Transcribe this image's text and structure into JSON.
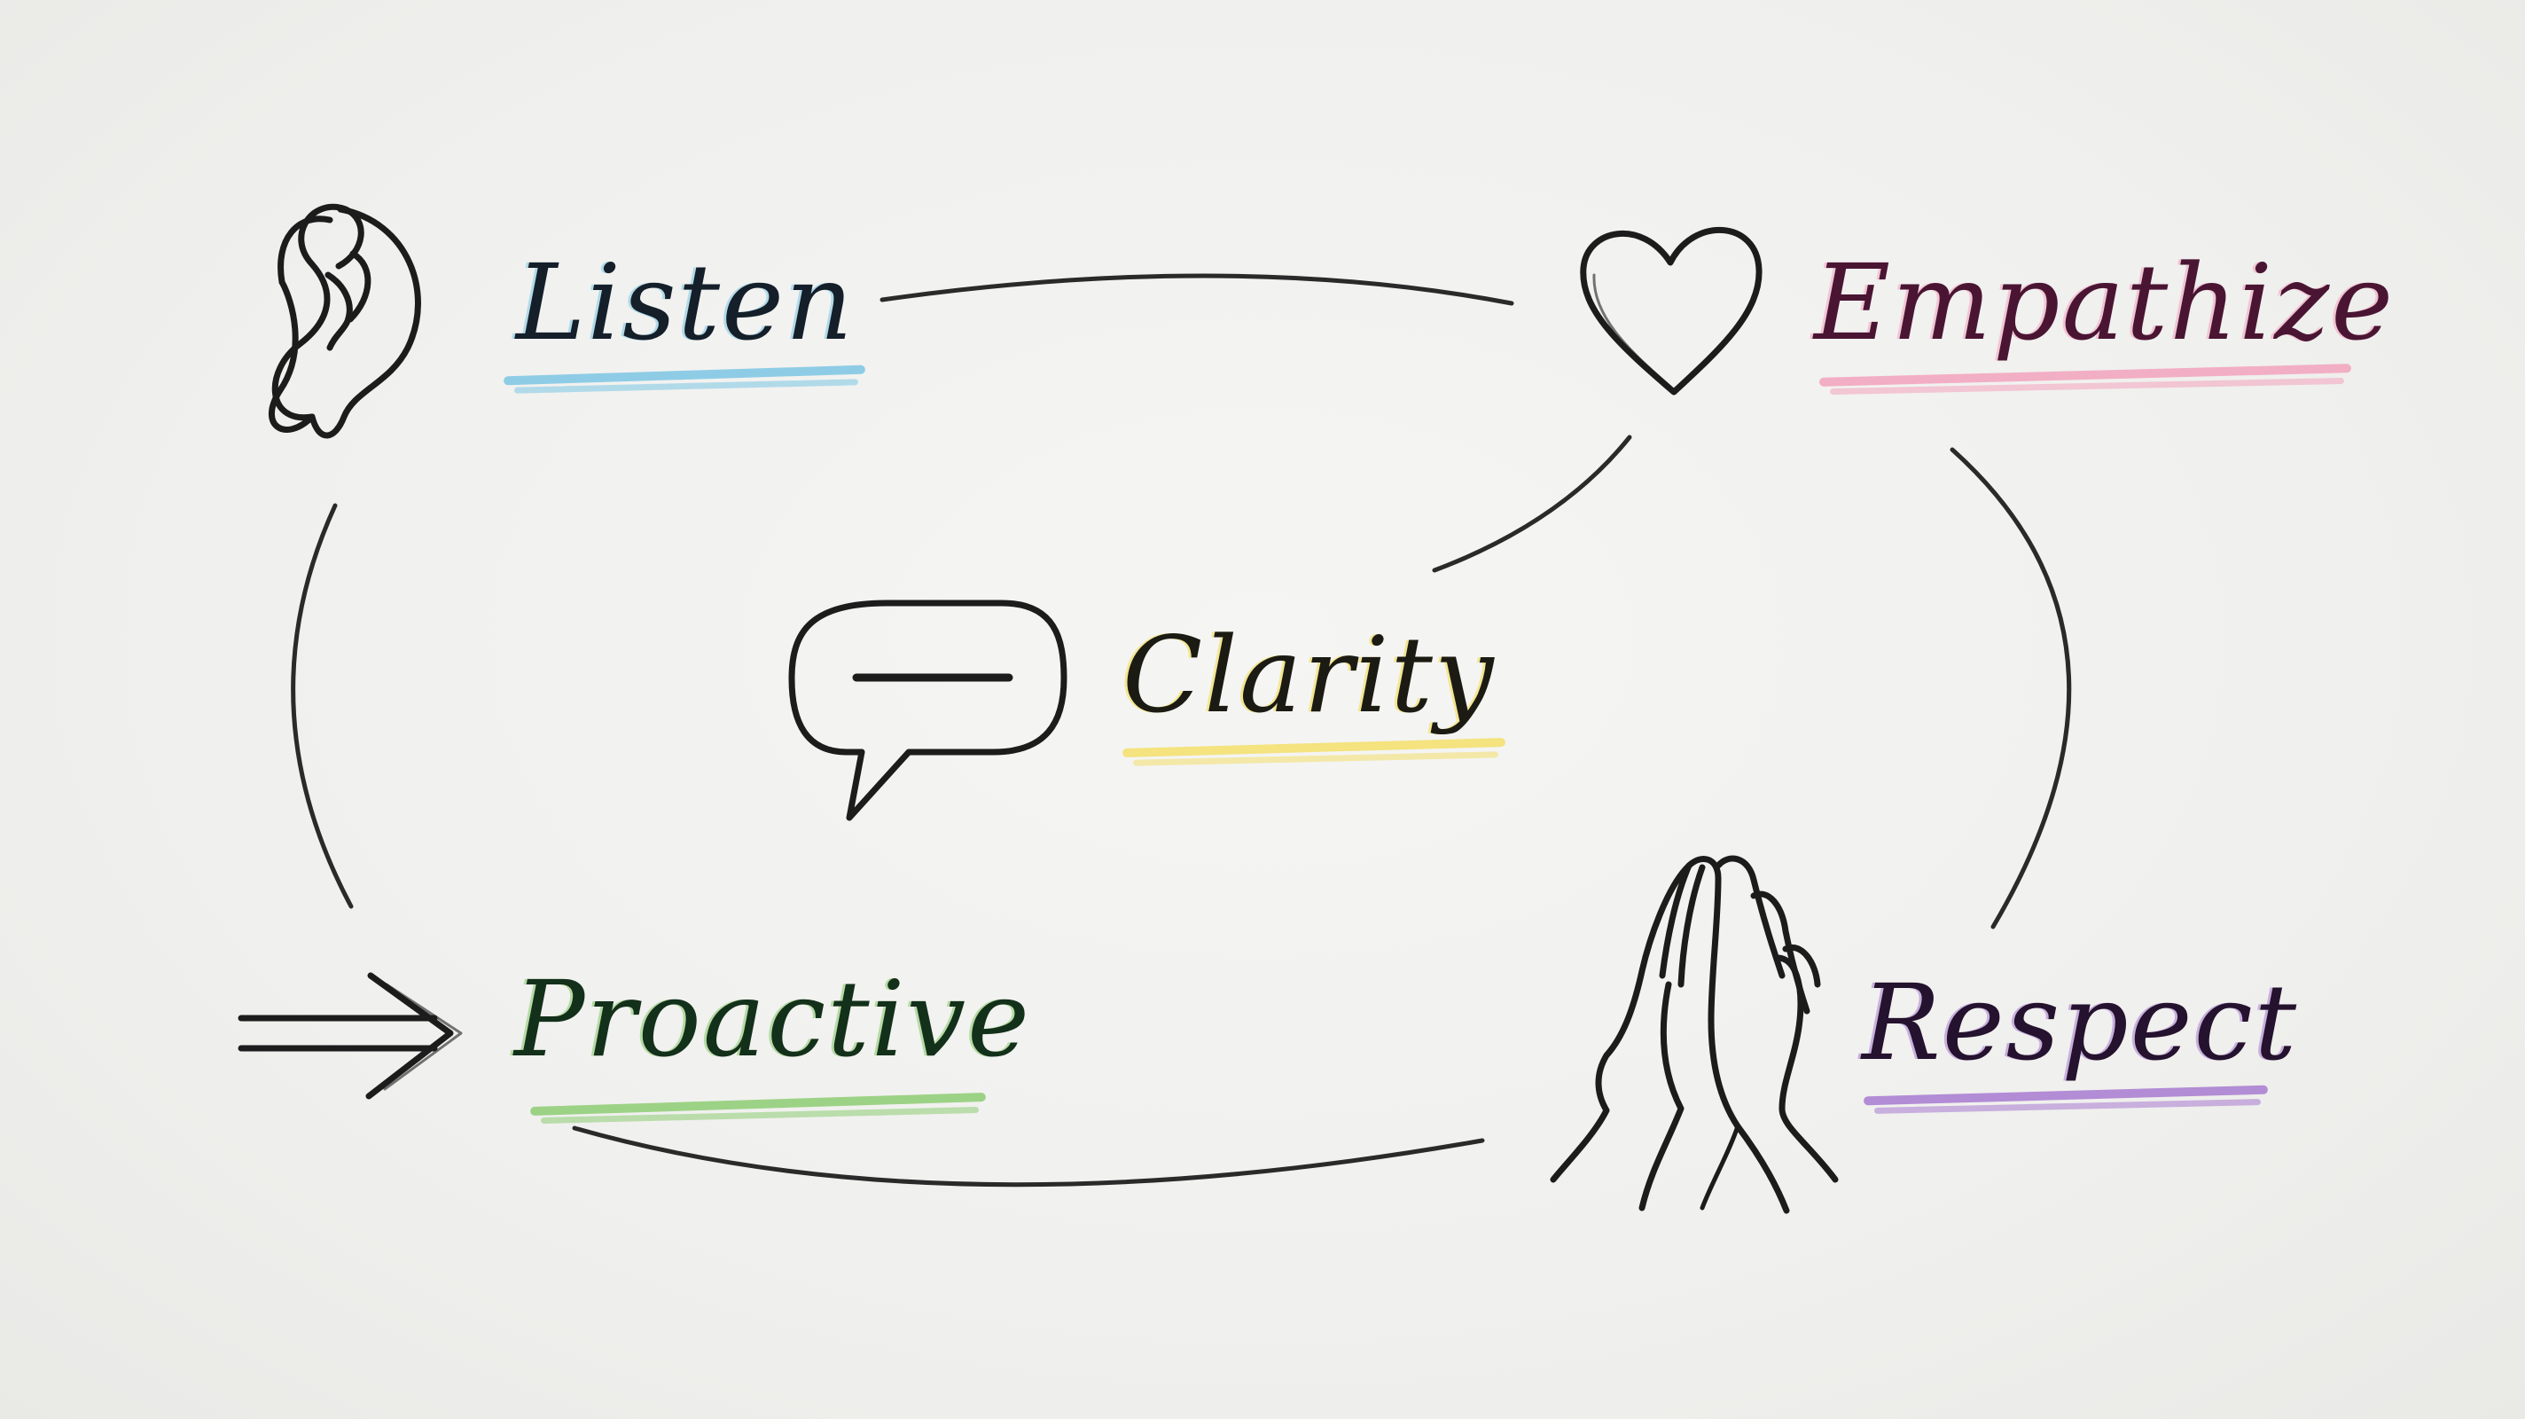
{
  "diagram": {
    "nodes": [
      {
        "id": "listen",
        "label": "Listen",
        "icon": "ear-icon",
        "accent": "#7cc6e4",
        "text_color": "#141f2a"
      },
      {
        "id": "empathize",
        "label": "Empathize",
        "icon": "heart-icon",
        "accent": "#f2a2bd",
        "text_color": "#4a1533"
      },
      {
        "id": "clarity",
        "label": "Clarity",
        "icon": "speech-bubble-icon",
        "accent": "#f3df6a",
        "text_color": "#1b1b14"
      },
      {
        "id": "proactive",
        "label": "Proactive",
        "icon": "double-arrow-icon",
        "accent": "#8dcc72",
        "text_color": "#13301a"
      },
      {
        "id": "respect",
        "label": "Respect",
        "icon": "praying-hands-icon",
        "accent": "#a77ad0",
        "text_color": "#24122e"
      }
    ],
    "connections": [
      {
        "from": "listen",
        "to": "empathize"
      },
      {
        "from": "empathize",
        "to": "clarity"
      },
      {
        "from": "empathize",
        "to": "respect"
      },
      {
        "from": "listen",
        "to": "proactive"
      },
      {
        "from": "proactive",
        "to": "respect"
      }
    ]
  }
}
